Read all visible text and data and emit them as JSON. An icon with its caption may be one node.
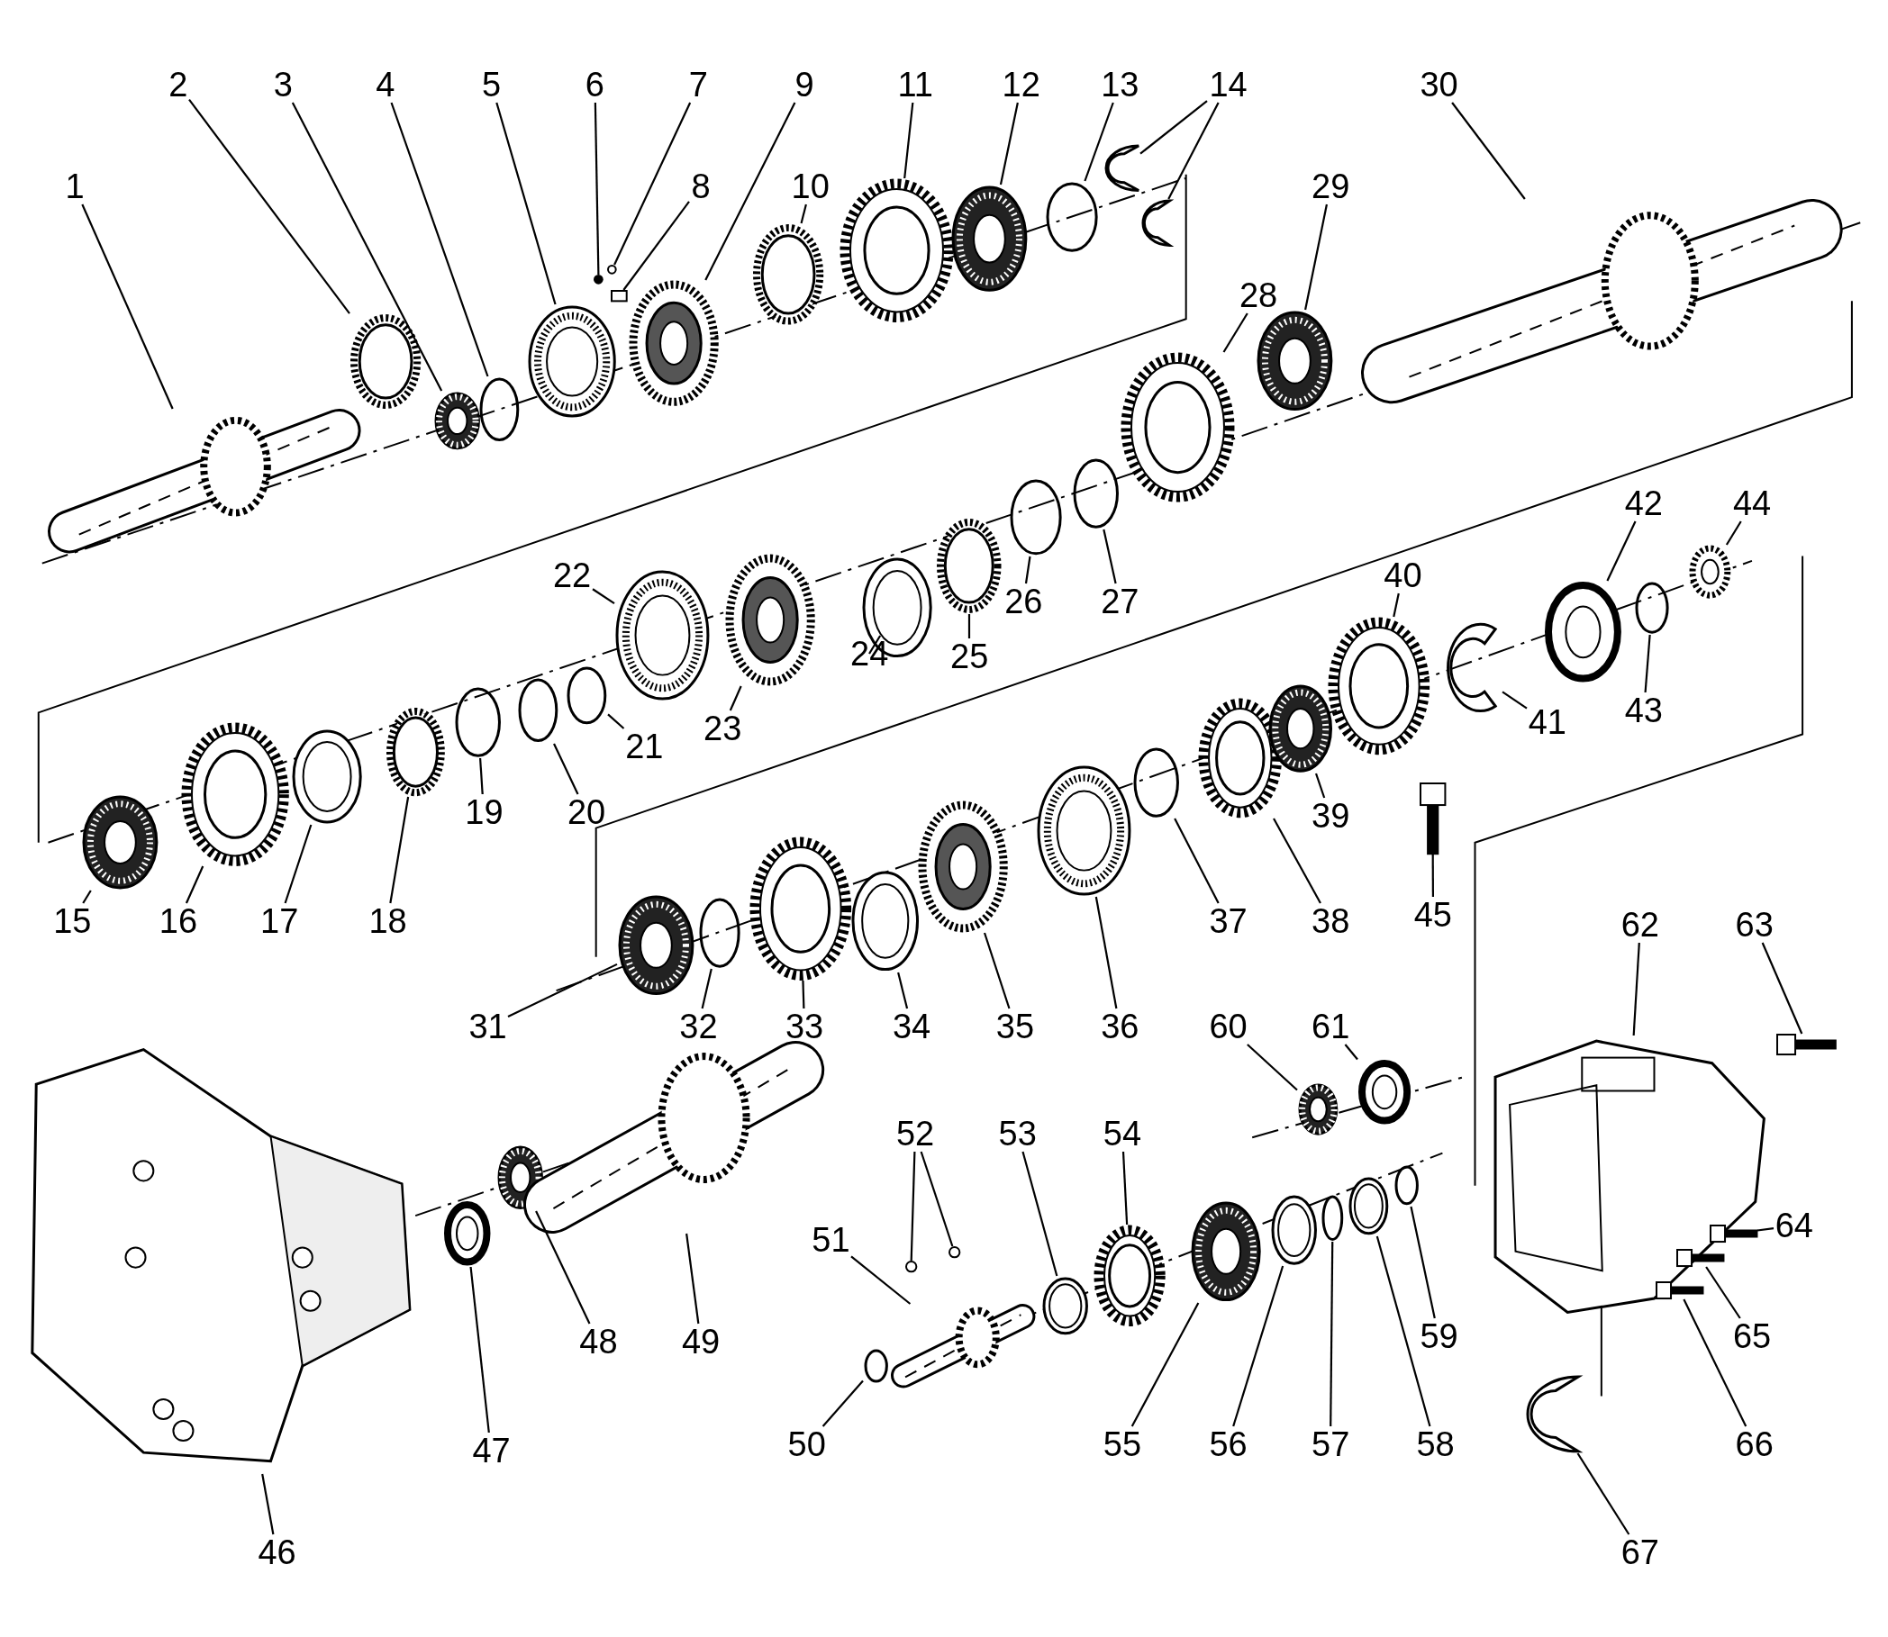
{
  "diagram": {
    "nodes": [
      {
        "text": [
          "1"
        ]
      },
      {
        "text": [],
        "shape": "shaft"
      },
      {
        "text": [
          "2"
        ]
      },
      {
        "text": [],
        "shape": "blocker"
      },
      {
        "text": [
          "3"
        ]
      },
      {
        "text": [],
        "shape": "bearing"
      },
      {
        "text": [
          "4"
        ]
      },
      {
        "text": [],
        "shape": "ring"
      },
      {
        "text": [
          "5"
        ]
      },
      {
        "text": [],
        "shape": "sleeve"
      },
      {
        "text": [
          "6"
        ]
      },
      {
        "text": [],
        "shape": "ball"
      },
      {
        "text": [
          "7"
        ]
      },
      {
        "text": [],
        "shape": "spring"
      },
      {
        "text": [
          "8"
        ]
      },
      {
        "text": [],
        "shape": "key"
      },
      {
        "text": [
          "9"
        ]
      },
      {
        "text": [],
        "shape": "hub"
      },
      {
        "text": [
          "10"
        ]
      },
      {
        "text": [],
        "shape": "blocker"
      },
      {
        "text": [
          "11"
        ]
      },
      {
        "text": [],
        "shape": "gear"
      },
      {
        "text": [
          "12"
        ]
      },
      {
        "text": [],
        "shape": "bearing"
      },
      {
        "text": [
          "13"
        ]
      },
      {
        "text": [],
        "shape": "ring"
      },
      {
        "text": [
          "14"
        ]
      },
      {
        "text": [],
        "shape": "half"
      },
      {
        "text": [],
        "shape": "half"
      },
      {
        "text": [
          "15"
        ]
      },
      {
        "text": [],
        "shape": "bearing"
      },
      {
        "text": [
          "16"
        ]
      },
      {
        "text": [],
        "shape": "gear"
      },
      {
        "text": [
          "17"
        ]
      },
      {
        "text": [],
        "shape": "washer"
      },
      {
        "text": [
          "18"
        ]
      },
      {
        "text": [],
        "shape": "blocker"
      },
      {
        "text": [
          "19"
        ]
      },
      {
        "text": [],
        "shape": "ring"
      },
      {
        "text": [
          "20"
        ]
      },
      {
        "text": [],
        "shape": "ring"
      },
      {
        "text": [
          "21"
        ]
      },
      {
        "text": [],
        "shape": "ring"
      },
      {
        "text": [
          "22"
        ]
      },
      {
        "text": [],
        "shape": "sleeve"
      },
      {
        "text": [
          "23"
        ]
      },
      {
        "text": [],
        "shape": "hub"
      },
      {
        "text": [
          "24"
        ]
      },
      {
        "text": [],
        "shape": "washer"
      },
      {
        "text": [
          "25"
        ]
      },
      {
        "text": [],
        "shape": "blocker"
      },
      {
        "text": [
          "26"
        ]
      },
      {
        "text": [],
        "shape": "ring"
      },
      {
        "text": [
          "27"
        ]
      },
      {
        "text": [],
        "shape": "ring"
      },
      {
        "text": [
          "28"
        ]
      },
      {
        "text": [],
        "shape": "gear"
      },
      {
        "text": [
          "29"
        ]
      },
      {
        "text": [],
        "shape": "bearing"
      },
      {
        "text": [
          "30"
        ]
      },
      {
        "text": [],
        "shape": "shaft"
      },
      {
        "text": [
          "31"
        ]
      },
      {
        "text": [],
        "shape": "bearing"
      },
      {
        "text": [
          "32"
        ]
      },
      {
        "text": [],
        "shape": "ring"
      },
      {
        "text": [
          "33"
        ]
      },
      {
        "text": [],
        "shape": "gear"
      },
      {
        "text": [
          "34"
        ]
      },
      {
        "text": [],
        "shape": "washer"
      },
      {
        "text": [
          "35"
        ]
      },
      {
        "text": [],
        "shape": "hub"
      },
      {
        "text": [
          "36"
        ]
      },
      {
        "text": [],
        "shape": "sleeve"
      },
      {
        "text": [
          "37"
        ]
      },
      {
        "text": [],
        "shape": "ring"
      },
      {
        "text": [
          "38"
        ]
      },
      {
        "text": [],
        "shape": "gear"
      },
      {
        "text": [
          "39"
        ]
      },
      {
        "text": [],
        "shape": "bearing"
      },
      {
        "text": [
          "40"
        ]
      },
      {
        "text": [],
        "shape": "gear"
      },
      {
        "text": [
          "41"
        ]
      },
      {
        "text": [],
        "shape": "plate"
      },
      {
        "text": [
          "42"
        ]
      },
      {
        "text": [],
        "shape": "cup"
      },
      {
        "text": [
          "43"
        ]
      },
      {
        "text": [],
        "shape": "ring"
      },
      {
        "text": [
          "44"
        ]
      },
      {
        "text": [],
        "shape": "nut"
      },
      {
        "text": [
          "45"
        ]
      },
      {
        "text": [],
        "shape": "bolt"
      },
      {
        "text": [
          "46"
        ]
      },
      {
        "text": [],
        "shape": "case"
      },
      {
        "text": [
          "47"
        ]
      },
      {
        "text": [],
        "shape": "cup"
      },
      {
        "text": [
          "48"
        ]
      },
      {
        "text": [],
        "shape": "bearing"
      },
      {
        "text": [
          "49"
        ]
      },
      {
        "text": [],
        "shape": "shaft"
      },
      {
        "text": [
          "50"
        ]
      },
      {
        "text": [],
        "shape": "ring"
      },
      {
        "text": [
          "51"
        ]
      },
      {
        "text": [],
        "shape": "shaft"
      },
      {
        "text": [
          "52"
        ]
      },
      {
        "text": [],
        "shape": "dot"
      },
      {
        "text": [],
        "shape": "dot"
      },
      {
        "text": [
          "53"
        ]
      },
      {
        "text": [],
        "shape": "washer"
      },
      {
        "text": [
          "54"
        ]
      },
      {
        "text": [],
        "shape": "gear"
      },
      {
        "text": [
          "55"
        ]
      },
      {
        "text": [],
        "shape": "bearing"
      },
      {
        "text": [
          "56"
        ]
      },
      {
        "text": [],
        "shape": "washer"
      },
      {
        "text": [
          "57"
        ]
      },
      {
        "text": [],
        "shape": "ring"
      },
      {
        "text": [
          "58"
        ]
      },
      {
        "text": [],
        "shape": "washer"
      },
      {
        "text": [
          "59"
        ]
      },
      {
        "text": [],
        "shape": "ring"
      },
      {
        "text": [
          "60"
        ]
      },
      {
        "text": [],
        "shape": "bearing"
      },
      {
        "text": [
          "61"
        ]
      },
      {
        "text": [],
        "shape": "cup"
      },
      {
        "text": [
          "62"
        ]
      },
      {
        "text": [],
        "shape": "housing"
      },
      {
        "text": [
          "63"
        ]
      },
      {
        "text": [],
        "shape": "bolt"
      },
      {
        "text": [
          "64"
        ]
      },
      {
        "text": [],
        "shape": "bolt"
      },
      {
        "text": [
          "65"
        ]
      },
      {
        "text": [],
        "shape": "bolt"
      },
      {
        "text": [
          "66"
        ]
      },
      {
        "text": [],
        "shape": "bolt"
      },
      {
        "text": [
          "67"
        ]
      },
      {
        "text": [],
        "shape": "half"
      }
    ],
    "edges": [
      {
        "from": 0,
        "to": 1,
        "arrow": "none"
      },
      {
        "from": 2,
        "to": 3,
        "arrow": "none"
      },
      {
        "from": 4,
        "to": 5,
        "arrow": "none"
      },
      {
        "from": 6,
        "to": 7,
        "arrow": "none"
      },
      {
        "from": 8,
        "to": 9,
        "arrow": "none"
      },
      {
        "from": 10,
        "to": 11,
        "arrow": "none"
      },
      {
        "from": 12,
        "to": 13,
        "arrow": "none"
      },
      {
        "from": 14,
        "to": 15,
        "arrow": "none"
      },
      {
        "from": 16,
        "to": 17,
        "arrow": "none"
      },
      {
        "from": 18,
        "to": 19,
        "arrow": "none"
      },
      {
        "from": 20,
        "to": 21,
        "arrow": "none"
      },
      {
        "from": 22,
        "to": 23,
        "arrow": "none"
      },
      {
        "from": 24,
        "to": 25,
        "arrow": "none"
      },
      {
        "from": 26,
        "to": 27,
        "arrow": "none"
      },
      {
        "from": 26,
        "to": 28,
        "arrow": "none"
      },
      {
        "from": 29,
        "to": 30,
        "arrow": "none"
      },
      {
        "from": 31,
        "to": 32,
        "arrow": "none"
      },
      {
        "from": 33,
        "to": 34,
        "arrow": "none"
      },
      {
        "from": 35,
        "to": 36,
        "arrow": "none"
      },
      {
        "from": 37,
        "to": 38,
        "arrow": "none"
      },
      {
        "from": 39,
        "to": 40,
        "arrow": "none"
      },
      {
        "from": 41,
        "to": 42,
        "arrow": "none"
      },
      {
        "from": 43,
        "to": 44,
        "arrow": "none"
      },
      {
        "from": 45,
        "to": 46,
        "arrow": "none"
      },
      {
        "from": 47,
        "to": 48,
        "arrow": "none"
      },
      {
        "from": 49,
        "to": 50,
        "arrow": "none"
      },
      {
        "from": 51,
        "to": 52,
        "arrow": "none"
      },
      {
        "from": 53,
        "to": 54,
        "arrow": "none"
      },
      {
        "from": 55,
        "to": 56,
        "arrow": "none"
      },
      {
        "from": 57,
        "to": 58,
        "arrow": "none"
      },
      {
        "from": 59,
        "to": 60,
        "arrow": "none"
      },
      {
        "from": 61,
        "to": 62,
        "arrow": "none"
      },
      {
        "from": 63,
        "to": 64,
        "arrow": "none"
      },
      {
        "from": 65,
        "to": 66,
        "arrow": "none"
      },
      {
        "from": 67,
        "to": 68,
        "arrow": "none"
      },
      {
        "from": 69,
        "to": 70,
        "arrow": "none"
      },
      {
        "from": 71,
        "to": 72,
        "arrow": "none"
      },
      {
        "from": 73,
        "to": 74,
        "arrow": "none"
      },
      {
        "from": 75,
        "to": 76,
        "arrow": "none"
      },
      {
        "from": 77,
        "to": 78,
        "arrow": "none"
      },
      {
        "from": 79,
        "to": 80,
        "arrow": "none"
      },
      {
        "from": 81,
        "to": 82,
        "arrow": "none"
      },
      {
        "from": 83,
        "to": 84,
        "arrow": "none"
      },
      {
        "from": 85,
        "to": 86,
        "arrow": "none"
      },
      {
        "from": 87,
        "to": 88,
        "arrow": "none"
      },
      {
        "from": 89,
        "to": 90,
        "arrow": "none"
      },
      {
        "from": 91,
        "to": 92,
        "arrow": "none"
      },
      {
        "from": 93,
        "to": 94,
        "arrow": "none"
      },
      {
        "from": 95,
        "to": 96,
        "arrow": "none"
      },
      {
        "from": 97,
        "to": 98,
        "arrow": "none"
      },
      {
        "from": 99,
        "to": 100,
        "arrow": "none"
      },
      {
        "from": 101,
        "to": 102,
        "arrow": "none"
      },
      {
        "from": 103,
        "to": 104,
        "arrow": "none"
      },
      {
        "from": 103,
        "to": 105,
        "arrow": "none"
      },
      {
        "from": 106,
        "to": 107,
        "arrow": "none"
      },
      {
        "from": 108,
        "to": 109,
        "arrow": "none"
      },
      {
        "from": 110,
        "to": 111,
        "arrow": "none"
      },
      {
        "from": 112,
        "to": 113,
        "arrow": "none"
      },
      {
        "from": 114,
        "to": 115,
        "arrow": "none"
      },
      {
        "from": 116,
        "to": 117,
        "arrow": "none"
      },
      {
        "from": 118,
        "to": 119,
        "arrow": "none"
      },
      {
        "from": 120,
        "to": 121,
        "arrow": "none"
      },
      {
        "from": 122,
        "to": 123,
        "arrow": "none"
      },
      {
        "from": 124,
        "to": 125,
        "arrow": "none"
      },
      {
        "from": 126,
        "to": 127,
        "arrow": "none"
      },
      {
        "from": 128,
        "to": 129,
        "arrow": "none"
      },
      {
        "from": 130,
        "to": 131,
        "arrow": "none"
      },
      {
        "from": 132,
        "to": 133,
        "arrow": "none"
      },
      {
        "from": 134,
        "to": 135,
        "arrow": "none"
      }
    ]
  }
}
